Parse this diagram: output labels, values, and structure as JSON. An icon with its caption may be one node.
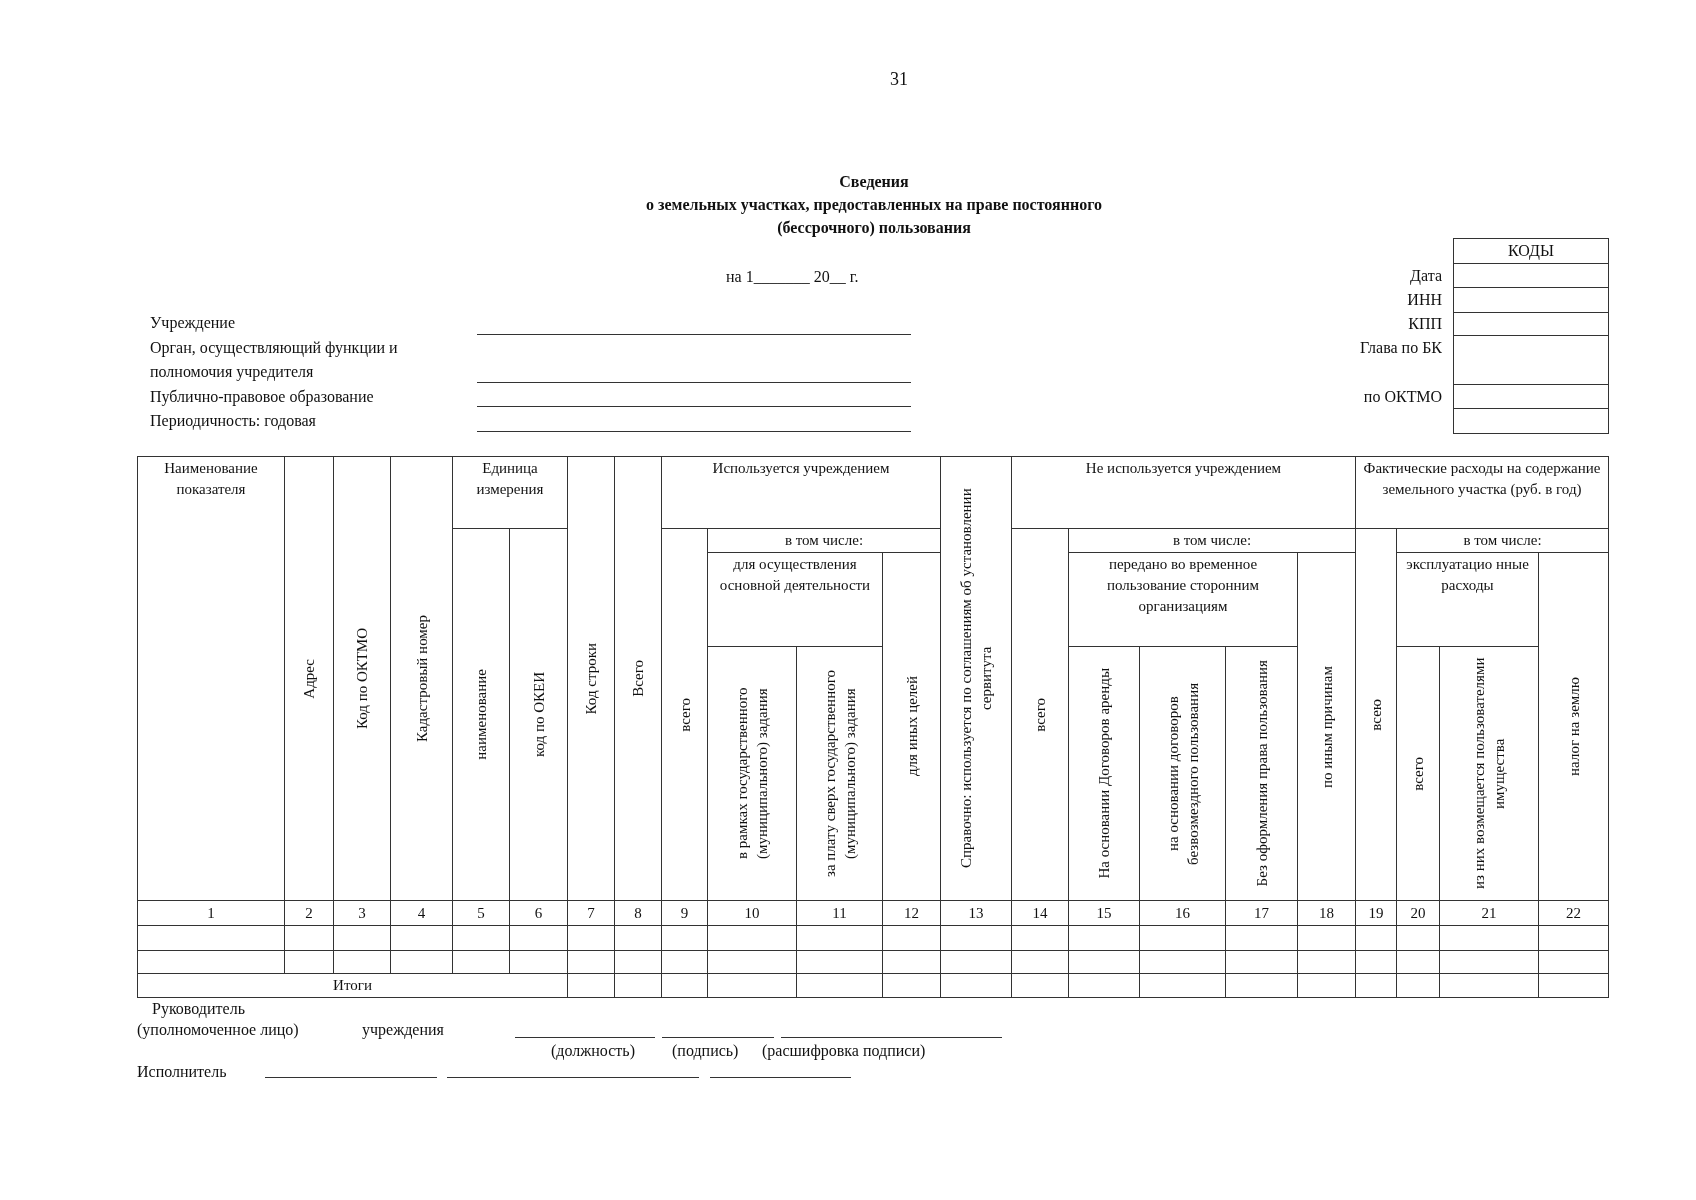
{
  "diagram": {
    "title": "Сведения",
    "labels": [
      "31",
      "о земельных участках, предоставленных на праве постоянного (бессрочного) пользования",
      "на 1_______ 20__ г.",
      "КОДЫ",
      "Дата",
      "ИНН",
      "КПП",
      "Глава по БК",
      "по ОКТМО",
      "Учреждение",
      "Орган, осуществляющий функции и полномочия учредителя",
      "Публично-правовое образование",
      "Периодичность: годовая",
      "Наименование показателя",
      "Адрес",
      "Код по ОКТМО",
      "Кадастровый номер",
      "Единица измерения",
      "Код строки",
      "Всего",
      "Используется учреждением",
      "Справочно: используется по соглашениям об установлении сервитута",
      "Не используется учреждением",
      "Фактические расходы на содержание земельного участка (руб. в год)",
      "наименование",
      "код по ОКЕИ",
      "всего",
      "в том числе:",
      "всего",
      "в том числе:",
      "всею",
      "в том числе:",
      "для осуществления основной деятельности",
      "для иных целей",
      "передано во временное пользование сторонним организациям",
      "по иным причинам",
      "эксплуатацио нные расходы",
      "налог на землю",
      "в рамках государственного (муниципального) задания",
      "за плату сверх государственного (муниципального) задания",
      "На основании Договоров аренды",
      "на основании договоров безвозмездного пользования",
      "Без оформления права пользования",
      "всего",
      "из них возмещается пользователями имущества",
      "1",
      "2",
      "3",
      "4",
      "5",
      "6",
      "7",
      "8",
      "9",
      "10",
      "11",
      "12",
      "13",
      "14",
      "15",
      "16",
      "17",
      "18",
      "19",
      "20",
      "21",
      "22",
      "Итоги",
      "Руководитель",
      "(уполномоченное лицо)",
      "учреждения",
      "(должность)",
      "(подпись)",
      "(расшифровка подписи)",
      "Исполнитель"
    ]
  }
}
